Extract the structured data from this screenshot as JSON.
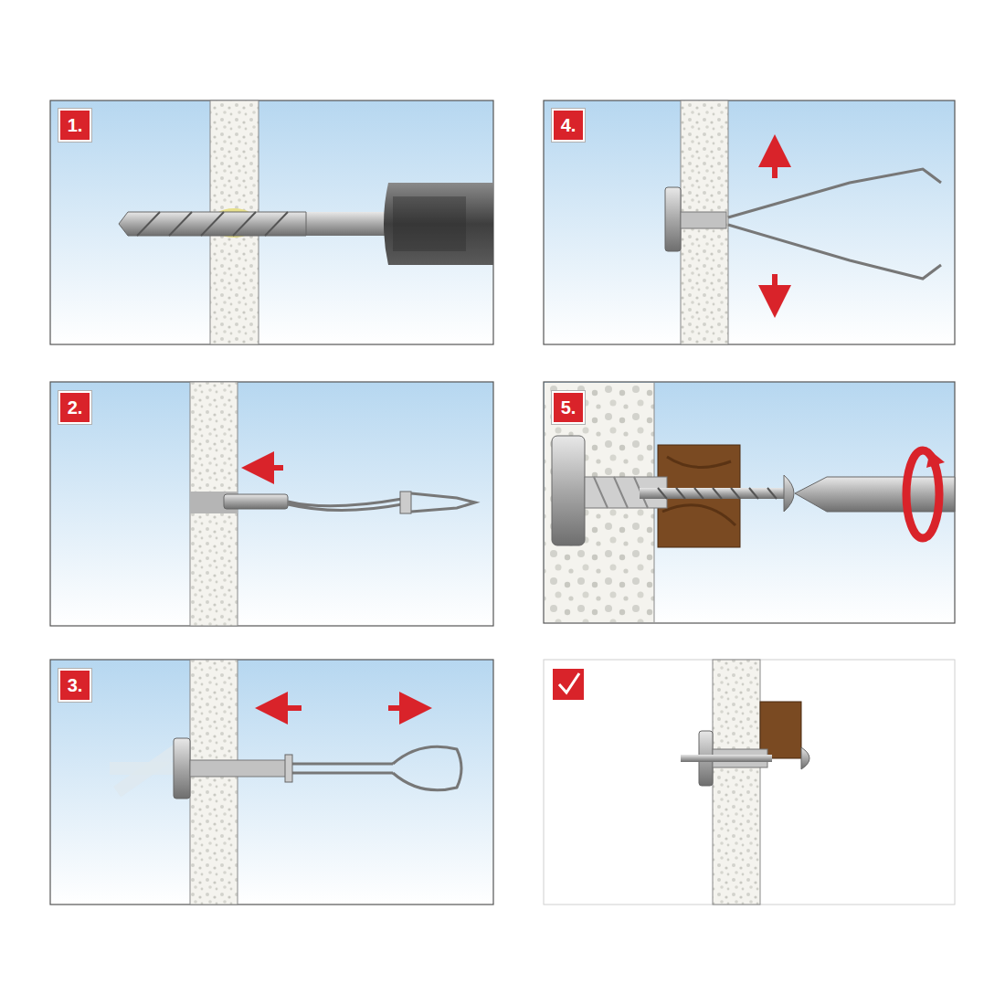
{
  "diagram": {
    "nodes": [
      {
        "text": [
          "1."
        ]
      },
      {
        "text": [
          "4."
        ]
      },
      {
        "text": [
          "2."
        ]
      },
      {
        "text": [
          "5."
        ]
      },
      {
        "text": [
          "3."
        ]
      }
    ]
  }
}
